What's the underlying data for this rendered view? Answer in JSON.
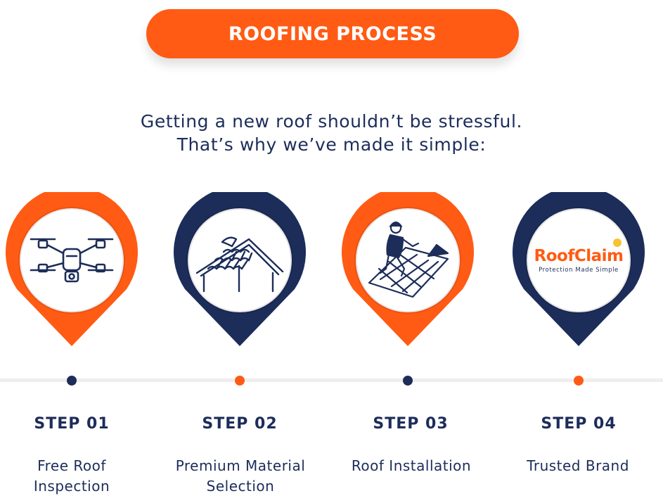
{
  "header": {
    "title": "ROOFING PROCESS"
  },
  "intro": {
    "line1": "Getting a new roof shouldn’t be stressful.",
    "line2": "That’s why we’ve made it simple:"
  },
  "colors": {
    "orange": "#FF5B14",
    "navy": "#1C2D5A",
    "timeline": "#EEEEEE"
  },
  "steps": [
    {
      "label": "STEP 01",
      "desc1": "Free Roof",
      "desc2": "Inspection",
      "icon": "drone-icon",
      "pin_color": "orange",
      "dot_color": "navy"
    },
    {
      "label": "STEP 02",
      "desc1": "Premium Material",
      "desc2": "Selection",
      "icon": "roof-tiles-icon",
      "pin_color": "navy",
      "dot_color": "orange"
    },
    {
      "label": "STEP 03",
      "desc1": "Roof Installation",
      "desc2": "",
      "icon": "roofer-worker-icon",
      "pin_color": "orange",
      "dot_color": "navy"
    },
    {
      "label": "STEP 04",
      "desc1": "Trusted Brand",
      "desc2": "",
      "icon": "roofclaim-logo",
      "pin_color": "navy",
      "dot_color": "orange"
    }
  ],
  "logo": {
    "brand": "RoofClaim",
    "tagline": "Protection Made Simple"
  }
}
